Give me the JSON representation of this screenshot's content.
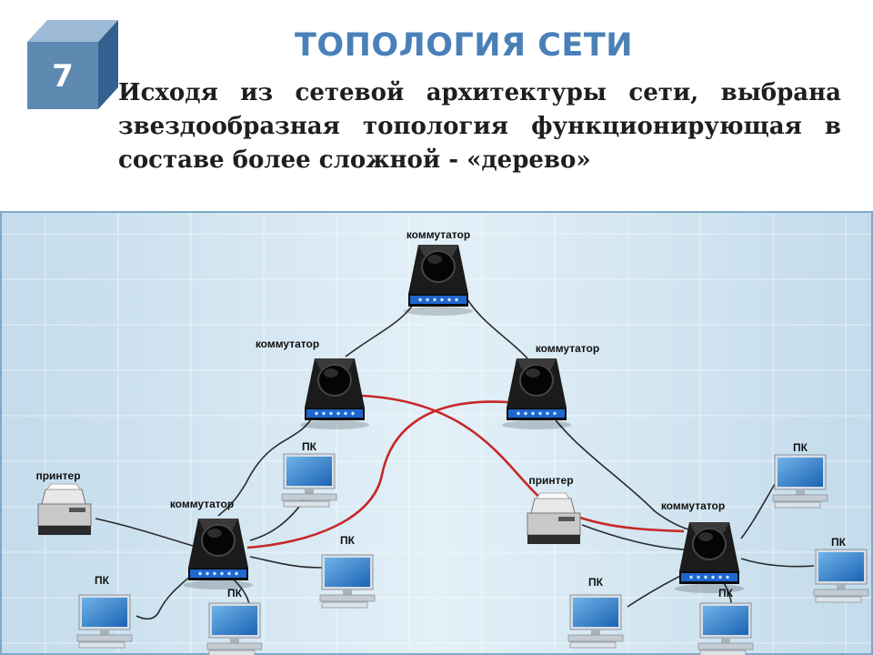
{
  "slide": {
    "number": "7",
    "title": "ТОПОЛОГИЯ СЕТИ",
    "text": "Исходя из сетевой архитектуры сети, выбрана звездообразная топология функционирующая в составе более сложной - «дерево»"
  },
  "colors": {
    "title": "#4a80b8",
    "cube_front": "#5e89b1",
    "cube_top": "#9dbbd6",
    "cube_side": "#33618f",
    "diagram_bg": "#d9ebf5",
    "red_link": "#c62828",
    "cable": "#2a2a2a"
  },
  "diagram": {
    "labels": {
      "switch_root": "коммутатор",
      "switch_mid_left": "коммутатор",
      "switch_mid_right": "коммутатор",
      "switch_leaf_left": "коммутатор",
      "switch_leaf_right": "коммутатор",
      "printer_left": "принтер",
      "printer_right": "принтер",
      "pc_left_top": "ПК",
      "pc_left_right": "ПК",
      "pc_left_bottom": "ПК",
      "pc_left_far": "ПК",
      "pc_right_top": "ПК",
      "pc_right_mid": "ПК",
      "pc_right_bottom": "ПК",
      "pc_right_far": "ПК"
    },
    "icons": {
      "switch": "network-switch-icon",
      "pc": "desktop-pc-icon",
      "printer": "printer-icon"
    }
  }
}
